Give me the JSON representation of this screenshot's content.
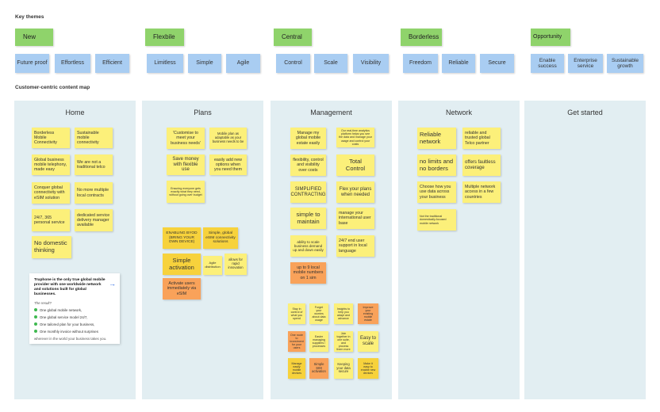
{
  "sections": {
    "key_themes": "Key themes",
    "content_map": "Customer-centric content map"
  },
  "themes": [
    {
      "label": "New",
      "subs": [
        "Future proof",
        "Effortless",
        "Efficient"
      ]
    },
    {
      "label": "Flexbile",
      "subs": [
        "Limitless",
        "Simple",
        "Agile"
      ]
    },
    {
      "label": "Central",
      "subs": [
        "Control",
        "Scale",
        "Visibility"
      ]
    },
    {
      "label": "Borderless",
      "subs": [
        "Freedom",
        "Reliable",
        "Secure"
      ]
    },
    {
      "label": "Opportunity",
      "subs": [
        "Enable success",
        "Enterprise service",
        "Sustainable growth"
      ]
    }
  ],
  "columns": {
    "home": {
      "title": "Home",
      "notes": [
        "Borderless Mobile Connectivity",
        "Sustainable mobile connectivity",
        "Global business mobile telephony, made easy",
        "We are not a traditional telco",
        "Conquer global connectivity with eSIM solution",
        "No more multiple local contracts",
        "24/7, 365 personal service",
        "dedicated service delivery manager available",
        "No domestic thinking"
      ],
      "card": {
        "title": "Truphone is the only true global mobile provider with one worldwide network and solutions built for global businesses.",
        "arrow": "→",
        "result": "The result?",
        "items": [
          "One global mobile network,",
          "One global service model 24/7,",
          "One tailored plan for your business,",
          "One monthly invoice without surprises"
        ],
        "footer": "wherever in the world your business takes you."
      }
    },
    "plans": {
      "title": "Plans",
      "notes": [
        "'Customise to meet your business needs'",
        "Mobile plan as adaptable as your business needs to be",
        "Save money with flexible use",
        "easily add new options when you need them",
        "Ensuring everyone gets exactly what they need, without going over budget",
        "ENABLING BYOD (BRING YOUR OWN DEVICE)",
        "Simple, global eSIM connectivity solutions",
        "Simple activation",
        "Agile distribution",
        "allows for rapid innovation",
        "Activate users immediately via eSIM"
      ]
    },
    "management": {
      "title": "Management",
      "notes": [
        "Manage my global mobile estate easily",
        "Our real-time analytics platform helps you see the data and manage your usage and control your costs",
        "flexibility, control and visibility over costs",
        "Total Control",
        "SIMPLIFIED CONTRACTING",
        "Flex your plans when needed",
        "simple to maintain",
        "manage your international user base",
        "ability to scale business demand up and down easily",
        "24/7 end user support in local language",
        "up to 9 local mobile numbers on 1 sim",
        "Stay in control of what you spend",
        "Forget your worries about data usage",
        "Insights to help you adapt and advance",
        "Improve your existing mobile estate",
        "One route to investment for your users",
        "Easier managing suppliers / processes",
        "Join together in one suite, and process them more",
        "Easy to scale",
        "Manage easily mobile devices",
        "Simple SIM activation",
        "Keeping your data secure",
        "Make it easy to enable new devices"
      ]
    },
    "network": {
      "title": "Network",
      "notes": [
        "Reliable network",
        "reliable and trusted global Telco partner",
        "no limits and no borders",
        "offers faultless coverage",
        "Choose how you use data across your business",
        "Multiple network access in a few countries",
        "Not the traditional domestically-focused mobile network"
      ]
    },
    "get_started": {
      "title": "Get started"
    }
  },
  "colors": {
    "theme": "#8fd36b",
    "subtheme": "#a9cdf2",
    "note": "#fcf07a",
    "note_gold": "#f7d23c",
    "note_orange": "#f9a25a",
    "column_bg": "#e2eef2",
    "link_arrow": "#2e6be3"
  }
}
